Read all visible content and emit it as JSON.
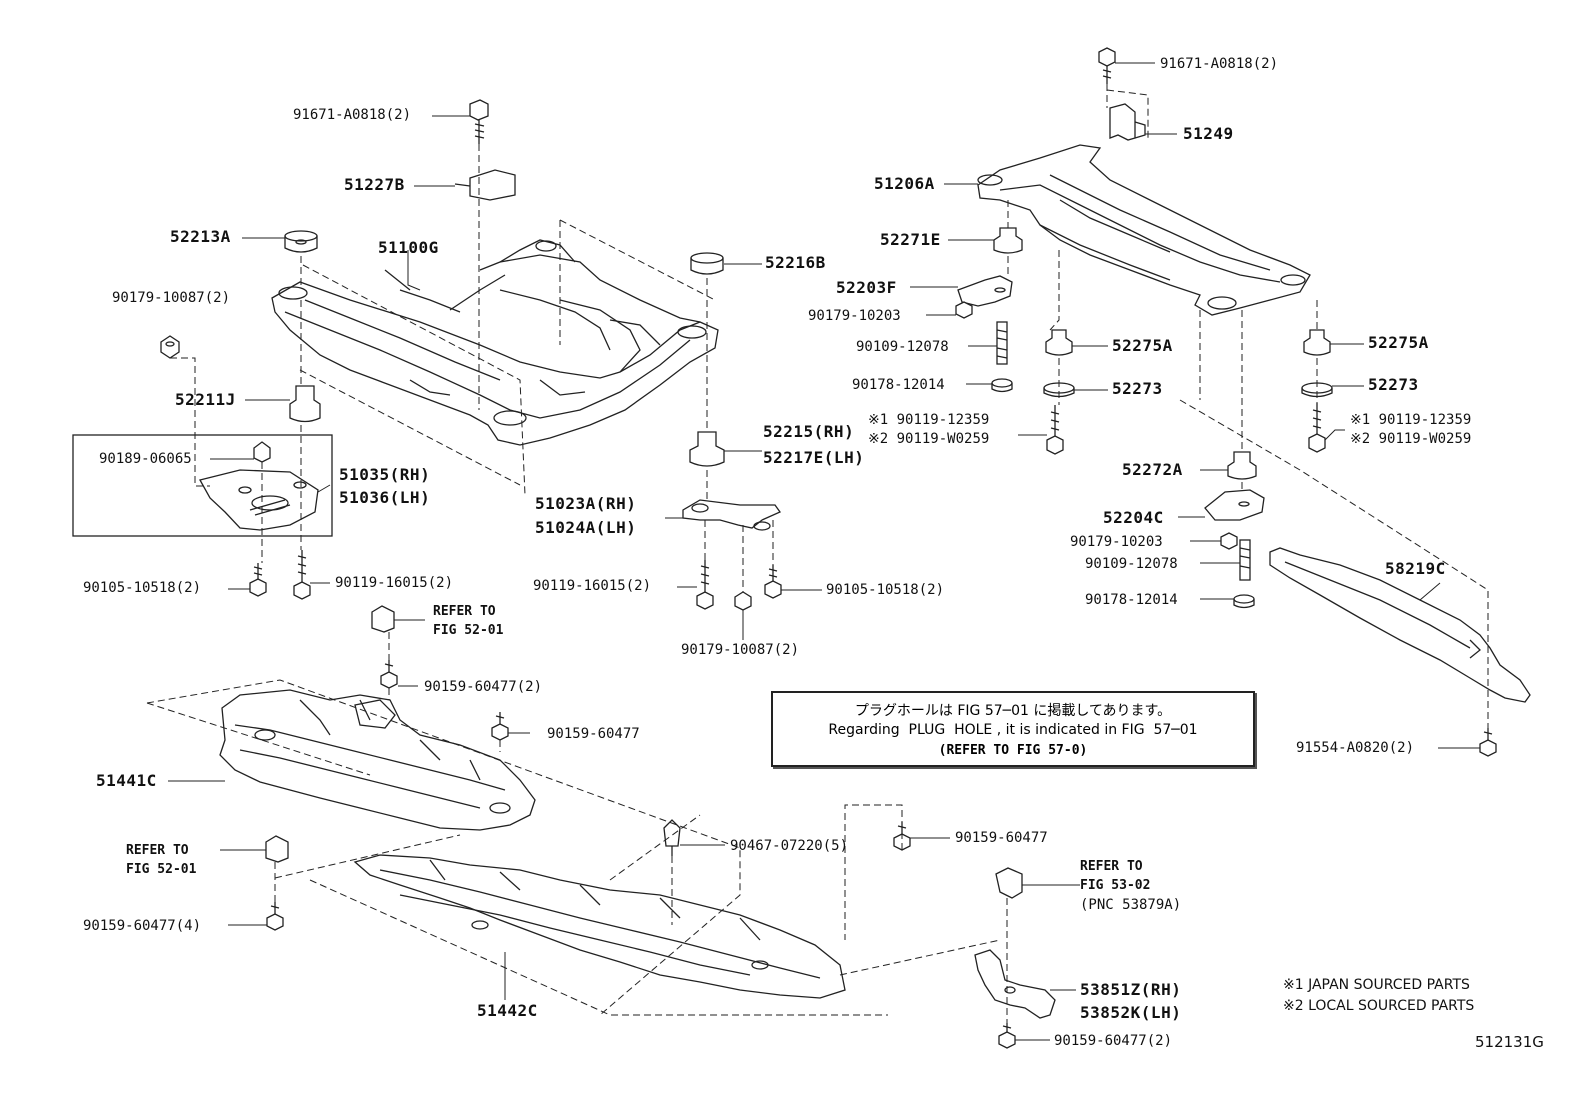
{
  "labels": {
    "bolt_top_left": "91671-A0818(2)",
    "bracket_51227b": "51227B",
    "cushion_52213a": "52213A",
    "crossmember_51100g": "51100G",
    "nut_90179_10087_2_left": "90179-10087(2)",
    "cushion_52211j": "52211J",
    "nut_90189": "90189-06065",
    "bracket_rh_51035": "51035(RH)",
    "bracket_lh_51036": "51036(LH)",
    "bolt_90105_left": "90105-10518(2)",
    "bolt_90119_16015_left": "90119-16015(2)",
    "cushion_52216b": "52216B",
    "cushion_52215_rh": "52215(RH)",
    "cushion_52217e_lh": "52217E(LH)",
    "arm_51023a_rh": "51023A(RH)",
    "arm_51024a_lh": "51024A(LH)",
    "bolt_90119_16015_mid": "90119-16015(2)",
    "bolt_90105_mid": "90105-10518(2)",
    "nut_90179_10087_mid": "90179-10087(2)",
    "bolt_top_right": "91671-A0818(2)",
    "bracket_51249": "51249",
    "member_51206a": "51206A",
    "cushion_52271e": "52271E",
    "stopper_52203f": "52203F",
    "nut_90179_10203_a": "90179-10203",
    "stud_90109_a": "90109-12078",
    "nut_90178_a": "90178-12014",
    "bolt_12359_a": "※1 90119-12359",
    "bolt_w0259_a": "※2 90119-W0259",
    "cushion_52275a_a": "52275A",
    "retainer_52273_a": "52273",
    "cushion_52275a_b": "52275A",
    "retainer_52273_b": "52273",
    "bolt_12359_b": "※1 90119-12359",
    "bolt_w0259_b": "※2 90119-W0259",
    "cushion_52272a": "52272A",
    "stopper_52204c": "52204C",
    "nut_90179_10203_b": "90179-10203",
    "stud_90109_b": "90109-12078",
    "nut_90178_b": "90178-12014",
    "brace_58219c": "58219C",
    "bolt_91554": "91554-A0820(2)",
    "refer_52_01_a_line1": "REFER TO",
    "refer_52_01_a_line2": "FIG 52-01",
    "screw_90159_2": "90159-60477(2)",
    "screw_90159_single_a": "90159-60477",
    "cover_51441c": "51441C",
    "refer_52_01_b_line1": "REFER TO",
    "refer_52_01_b_line2": "FIG 52-01",
    "screw_90159_4": "90159-60477(4)",
    "clip_90467": "90467-07220(5)",
    "screw_90159_single_b": "90159-60477",
    "cover_51442c": "51442C",
    "refer_53_02_line1": "REFER TO",
    "refer_53_02_line2": "FIG 53-02",
    "refer_53_02_line3": "(PNC 53879A)",
    "seal_53851z_rh": "53851Z(RH)",
    "seal_53852k_lh": "53852K(LH)",
    "screw_90159_2_bottom": "90159-60477(2)",
    "legend_1": "※1 JAPAN SOURCED PARTS",
    "legend_2": "※2 LOCAL SOURCED PARTS",
    "figure_id": "512131G"
  },
  "note": {
    "line1": "プラグホールは FIG 57─01 に掲載してあります。",
    "line2": "Regarding  PLUG  HOLE , it is indicated in FIG  57─01",
    "line3": "(REFER TO FIG 57-0)"
  }
}
